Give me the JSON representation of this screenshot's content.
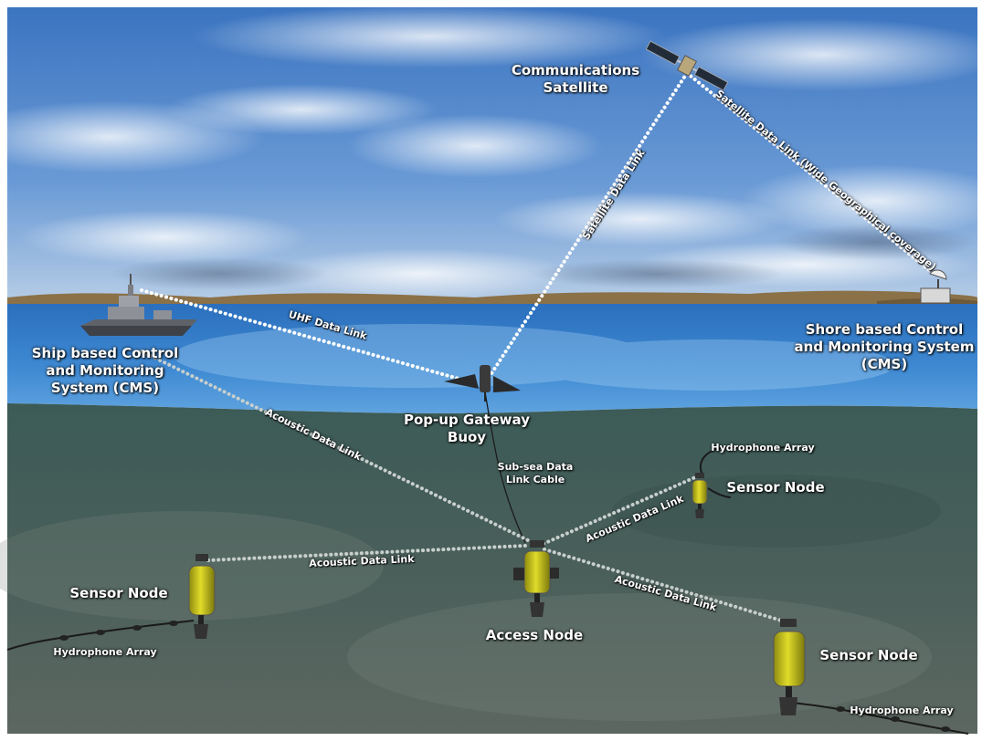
{
  "colors": {
    "sky_top": "#3d79c6",
    "sky_bottom": "#a9c6e6",
    "sea_surface": "#2f77c2",
    "seabed_top": "#3c5a56",
    "seabed_bottom": "#57625d",
    "node_yellow": "#c9c41a",
    "link_dots": "#f2f2f2"
  },
  "labels": {
    "satellite": "Communications\nSatellite",
    "ship_cms": "Ship based Control\nand Monitoring\nSystem (CMS)",
    "shore_cms": "Shore based Control\nand Monitoring System\n(CMS)",
    "gateway_buoy": "Pop-up Gateway\nBuoy",
    "subsea_cable": "Sub-sea Data\nLink Cable",
    "access_node": "Access Node",
    "sensor_node_left": "Sensor Node",
    "sensor_node_right_top": "Sensor Node",
    "sensor_node_right_bottom": "Sensor Node",
    "hydrophone_left": "Hydrophone Array",
    "hydrophone_right_top": "Hydrophone Array",
    "hydrophone_right_bottom": "Hydrophone Array"
  },
  "links": {
    "satellite_buoy": "Satellite Data Link",
    "satellite_shore": "Satellite Data Link (Wide Geographical coverage)",
    "uhf": "UHF Data Link",
    "acoustic_ship": "Acoustic Data Link",
    "acoustic_left": "Acoustic Data Link",
    "acoustic_right_top": "Acoustic Data Link",
    "acoustic_right_bottom": "Acoustic Data Link"
  }
}
